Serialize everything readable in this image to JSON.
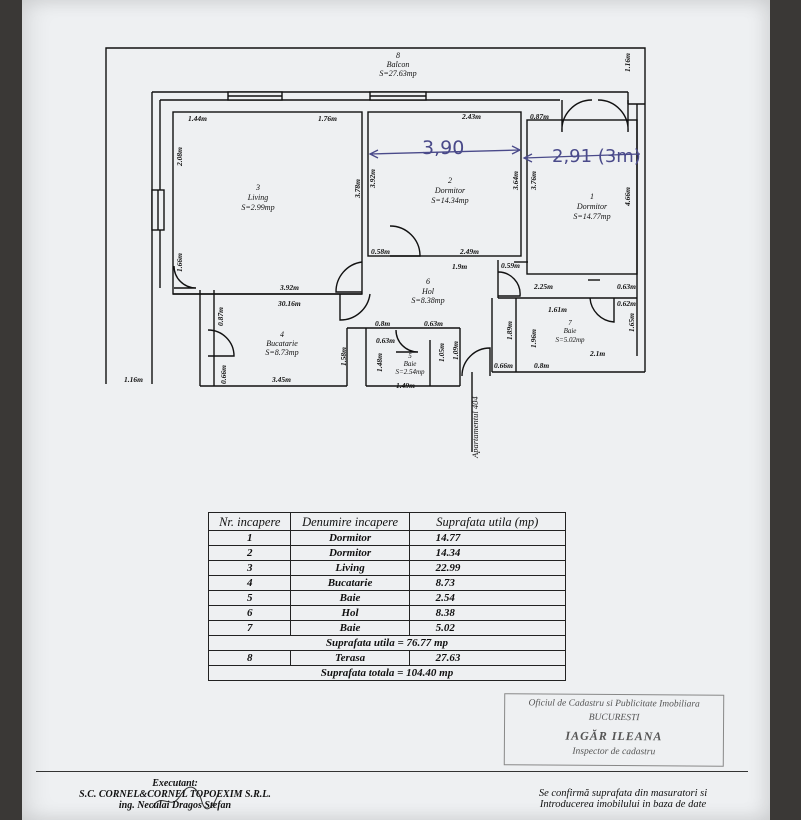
{
  "plan": {
    "rooms": [
      {
        "nr": "8",
        "name": "Balcon",
        "area": "S=27.63mp"
      },
      {
        "nr": "3",
        "name": "Living",
        "area": "S=2.99mp"
      },
      {
        "nr": "2",
        "name": "Dormitor",
        "area": "S=14.34mp"
      },
      {
        "nr": "1",
        "name": "Dormitor",
        "area": "S=14.77mp"
      },
      {
        "nr": "6",
        "name": "Hol",
        "area": "S=8.38mp"
      },
      {
        "nr": "4",
        "name": "Bucatarie",
        "area": "S=8.73mp"
      },
      {
        "nr": "5",
        "name": "Baie",
        "area": "S=2.54mp"
      },
      {
        "nr": "7",
        "name": "Baie",
        "area": "S=5.02mp"
      }
    ],
    "dims": {
      "d1_16_top": "1.16m",
      "d1_44": "1.44m",
      "d1_76": "1.76m",
      "d2_43": "2.43m",
      "d0_87": "0.87m",
      "d2_08": "2.08m",
      "d3_78": "3.78m",
      "d3_92v": "3.92m",
      "d3_64": "3.64m",
      "d3_76": "3.76m",
      "d4_66": "4.66m",
      "d0_58": "0.58m",
      "d2_49": "2.49m",
      "d1_9": "1.9m",
      "d0_59": "0.59m",
      "d1_66": "1.66m",
      "d3_92": "3.92m",
      "d3_16": "30.16m",
      "d2_25": "2.25m",
      "d0_63r": "0.63m",
      "d0_62": "0.62m",
      "d1_61": "1.61m",
      "d0_87v": "0.87m",
      "d0_8": "0.8m",
      "d0_63": "0.63m",
      "d1_89": "1.89m",
      "d1_96": "1.96m",
      "d1_65": "1.65m",
      "d2_1": "2.1m",
      "d0_63b": "0.63m",
      "d1_58": "1.58m",
      "d1_48": "1.48m",
      "d1_05": "1.05m",
      "d1_09": "1.09m",
      "d0_66": "0.66m",
      "d0_8b": "0.8m",
      "d1_16_bot": "1.16m",
      "d0_66v": "0.66m",
      "d3_45": "3.45m",
      "d1_49": "1.49m"
    },
    "apartment_label": "Apartamentul 404",
    "handwritten": [
      "3,90",
      "2,91 (3m)"
    ]
  },
  "table": {
    "headers": [
      "Nr. incapere",
      "Denumire incapere",
      "Suprafata utila (mp)"
    ],
    "rows": [
      {
        "nr": "1",
        "name": "Dormitor",
        "area": "14.77"
      },
      {
        "nr": "2",
        "name": "Dormitor",
        "area": "14.34"
      },
      {
        "nr": "3",
        "name": "Living",
        "area": "22.99"
      },
      {
        "nr": "4",
        "name": "Bucatarie",
        "area": "8.73"
      },
      {
        "nr": "5",
        "name": "Baie",
        "area": "2.54"
      },
      {
        "nr": "6",
        "name": "Hol",
        "area": "8.38"
      },
      {
        "nr": "7",
        "name": "Baie",
        "area": "5.02"
      }
    ],
    "subtotal": "Suprafata utila = 76.77 mp",
    "terasa": {
      "nr": "8",
      "name": "Terasa",
      "area": "27.63"
    },
    "total": "Suprafata totala = 104.40 mp"
  },
  "stamp": {
    "line1": "Oficiul de Cadastru si Publicitate Imobiliara",
    "line2": "BUCURESTI",
    "line3": "IAGĂR ILEANA",
    "line4": "Inspector de cadastru"
  },
  "footer": {
    "executant_label": "Executant:",
    "company": "S.C. CORNEL&CORNEL TOPOEXIM S.R.L.",
    "engineer": "ing. Neculai Dragos Stefan",
    "confirm_1": "Se confirmă suprafata din masuratori si",
    "confirm_2": "Introducerea imobilului in baza de date"
  }
}
